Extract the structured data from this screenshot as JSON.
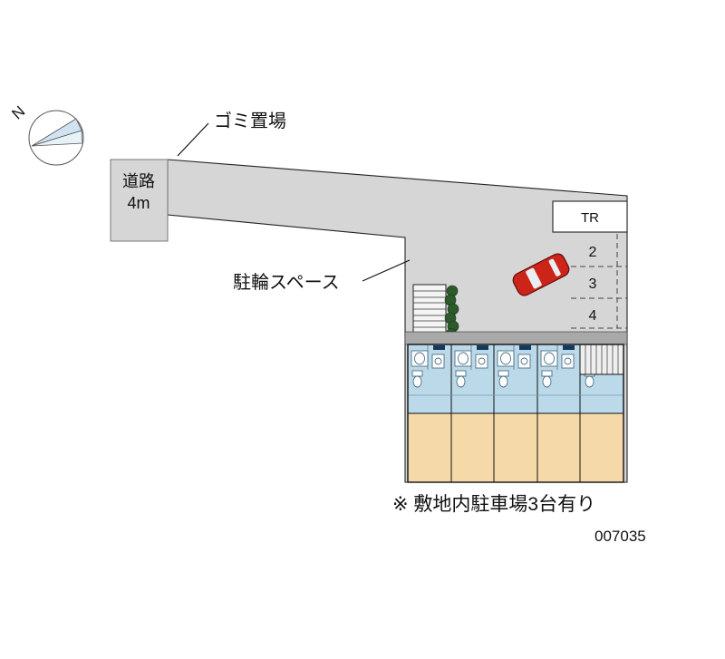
{
  "compass": {
    "label": "N"
  },
  "road": {
    "line1": "道路",
    "line2": "4m"
  },
  "labels": {
    "garbage": "ゴミ置場",
    "bicycle": "駐輪スペース"
  },
  "parking": {
    "tr_label": "TR",
    "spaces": [
      "2",
      "3",
      "4"
    ]
  },
  "note": "※ 敷地内駐車場3台有り",
  "plan_id": "007035",
  "colors": {
    "pavement": "#d6d6d6",
    "walkway": "#a9a9a9",
    "wet_area": "#bcd9e9",
    "rooms": "#f6d9a9",
    "car_body": "#cc2418",
    "shrub": "#2c5a2a",
    "compass_fill": "#cfe3f2",
    "compass_fill_light": "#e6f1f8"
  }
}
